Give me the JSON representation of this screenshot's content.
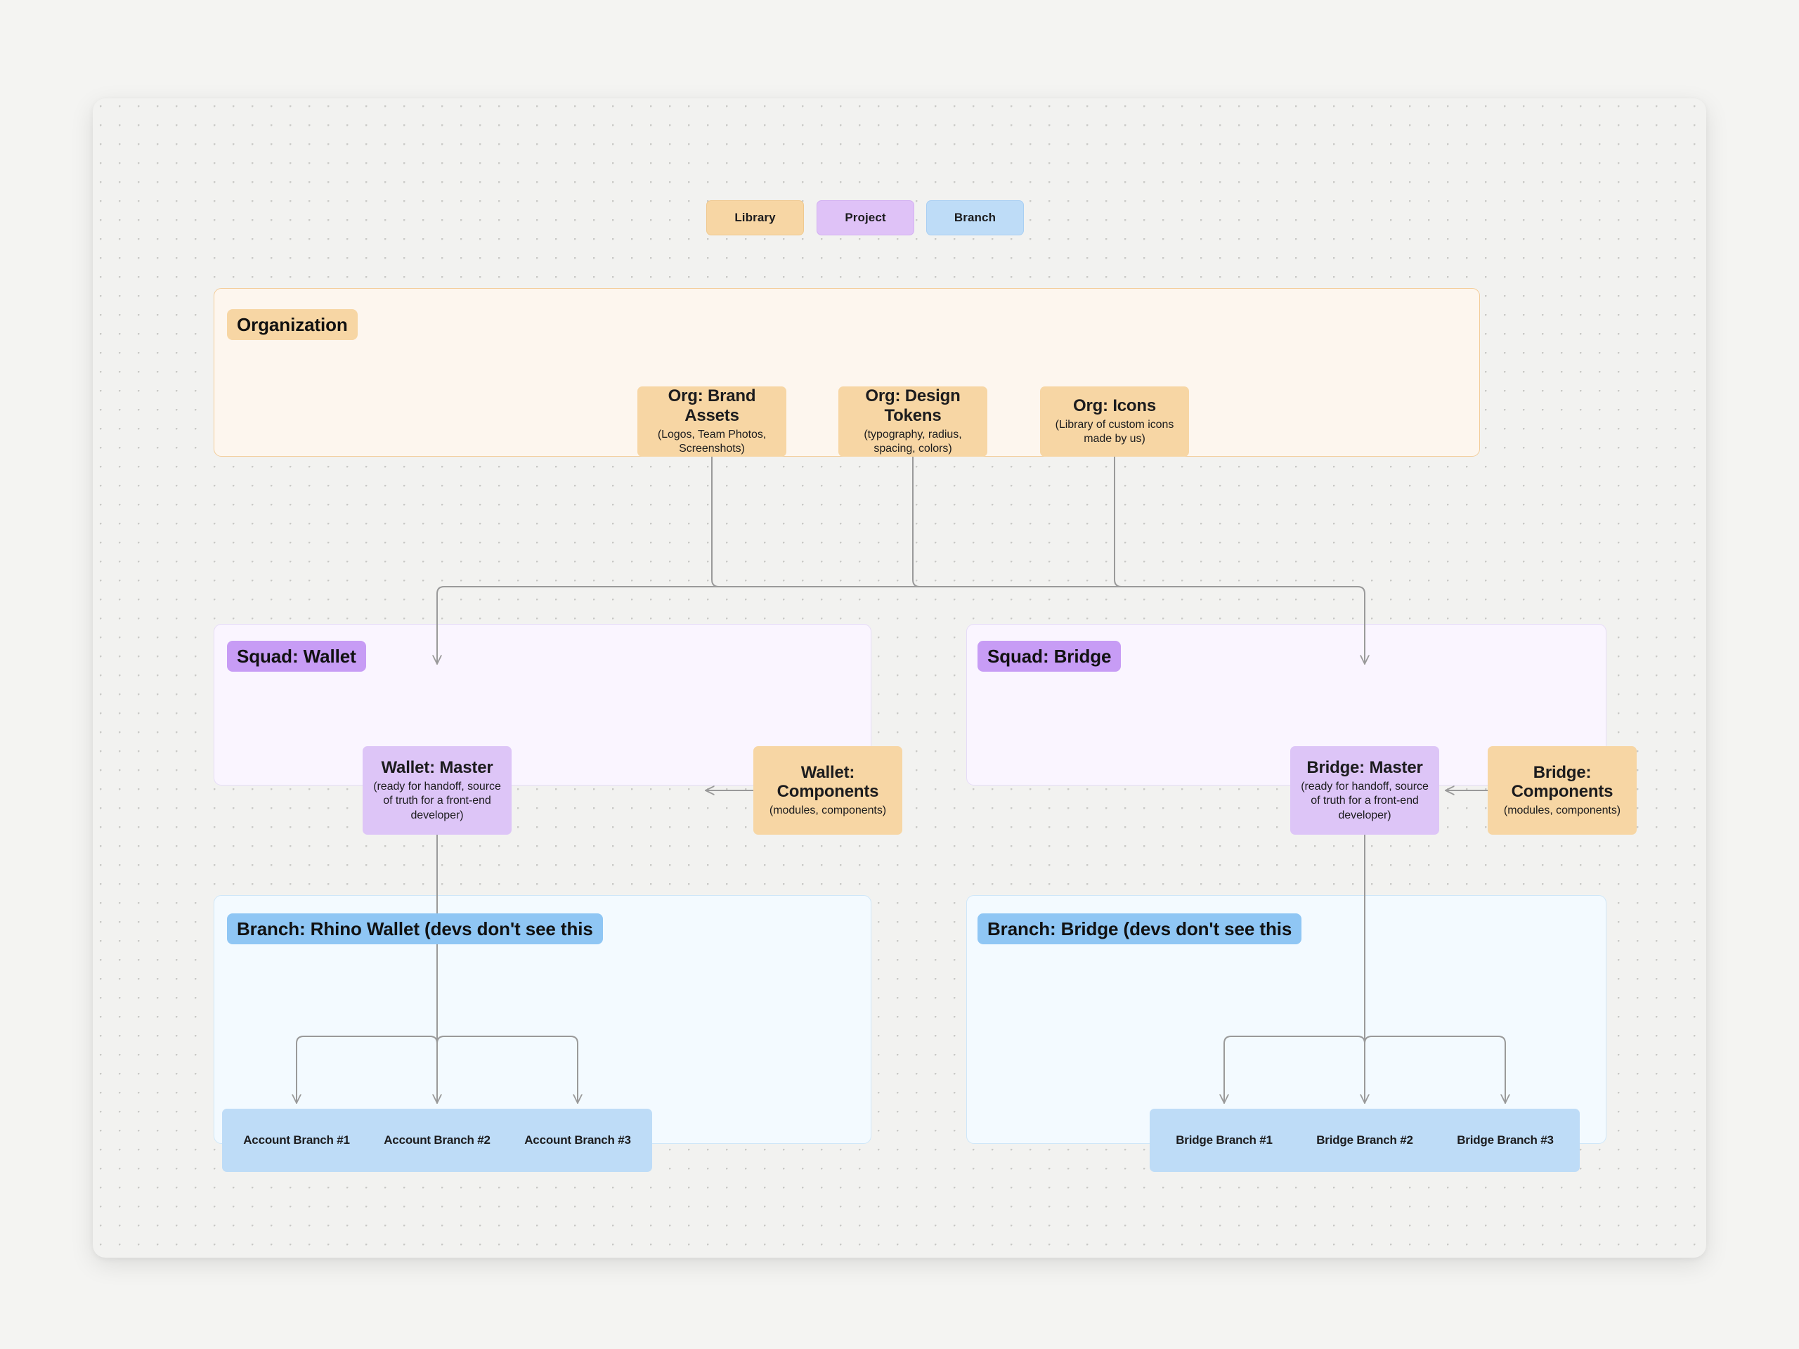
{
  "palette": {
    "canvas_bg": "#f2f2f0",
    "dot": "#c9c9c6",
    "library_fill": "#f7d6a4",
    "library_border": "#f0c98f",
    "project_fill": "#dfc2f7",
    "project_border": "#d3b0f2",
    "branch_fill": "#bedcf7",
    "branch_border": "#a9cff3",
    "org_panel_fill": "#fdf6ee",
    "org_panel_border": "#f3cd9a",
    "org_tag_fill": "#f7d6a4",
    "squad_panel_fill": "#faf5ff",
    "squad_panel_border": "#e6dcf7",
    "squad_tag_fill": "#c79cf5",
    "branch_panel_fill": "#f3faff",
    "branch_panel_border": "#cfe7f9",
    "branch_tag_fill": "#8fc6f4",
    "master_fill": "#ddc5f7",
    "wire": "#9a9a9a",
    "text": "#1c1c1e"
  },
  "legend": {
    "items": [
      {
        "label": "Library",
        "kind": "library"
      },
      {
        "label": "Project",
        "kind": "project"
      },
      {
        "label": "Branch",
        "kind": "branch"
      }
    ]
  },
  "sections": {
    "organization": {
      "tag": "Organization",
      "nodes": [
        {
          "title": "Org: Brand Assets",
          "subtitle": "(Logos, Team Photos, Screenshots)",
          "kind": "library"
        },
        {
          "title": "Org: Design Tokens",
          "subtitle": "(typography, radius, spacing, colors)",
          "kind": "library"
        },
        {
          "title": "Org: Icons",
          "subtitle": "(Library of custom icons made by us)",
          "kind": "library"
        }
      ]
    },
    "squad_wallet": {
      "tag": "Squad: Wallet",
      "master": {
        "title": "Wallet: Master",
        "subtitle": "(ready for handoff, source of truth for a front-end developer)",
        "kind": "master"
      },
      "components": {
        "title": "Wallet: Components",
        "subtitle": "(modules, components)",
        "kind": "library"
      }
    },
    "squad_bridge": {
      "tag": "Squad: Bridge",
      "master": {
        "title": "Bridge: Master",
        "subtitle": "(ready for handoff, source of truth for a front-end developer)",
        "kind": "master"
      },
      "components": {
        "title": "Bridge: Components",
        "subtitle": "(modules, components)",
        "kind": "library"
      }
    },
    "branch_wallet": {
      "tag": "Branch: Rhino Wallet  (devs don't see this",
      "nodes": [
        {
          "title": "Account Branch #1",
          "kind": "branch"
        },
        {
          "title": "Account Branch #2",
          "kind": "branch"
        },
        {
          "title": "Account Branch #3",
          "kind": "branch"
        }
      ]
    },
    "branch_bridge": {
      "tag": "Branch: Bridge (devs don't see this",
      "nodes": [
        {
          "title": "Bridge Branch #1",
          "kind": "branch"
        },
        {
          "title": "Bridge Branch #2",
          "kind": "branch"
        },
        {
          "title": "Bridge Branch #3",
          "kind": "branch"
        }
      ]
    }
  }
}
